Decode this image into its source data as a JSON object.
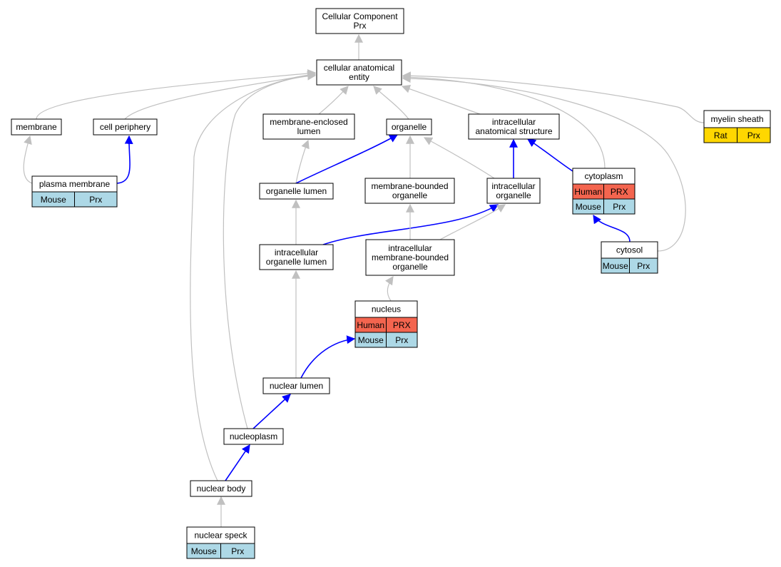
{
  "colors": {
    "edge_gray": "#c0c0c0",
    "edge_blue": "#0000ff",
    "human": "#f4654f",
    "mouse": "#add8e6",
    "rat": "#ffd700",
    "node_fill": "#ffffff",
    "node_border": "#000000"
  },
  "nodes": [
    {
      "id": "cc",
      "lines": [
        "Cellular Component",
        "Prx"
      ],
      "species": []
    },
    {
      "id": "cae",
      "lines": [
        "cellular anatomical",
        "entity"
      ],
      "species": []
    },
    {
      "id": "membrane",
      "lines": [
        "membrane"
      ],
      "species": []
    },
    {
      "id": "cellperiph",
      "lines": [
        "cell periphery"
      ],
      "species": []
    },
    {
      "id": "mel",
      "lines": [
        "membrane-enclosed",
        "lumen"
      ],
      "species": []
    },
    {
      "id": "organelle",
      "lines": [
        "organelle"
      ],
      "species": []
    },
    {
      "id": "ias",
      "lines": [
        "intracellular",
        "anatomical structure"
      ],
      "species": []
    },
    {
      "id": "myelin",
      "lines": [
        "myelin sheath"
      ],
      "species": [
        [
          "Rat",
          "Prx"
        ]
      ]
    },
    {
      "id": "pm",
      "lines": [
        "plasma membrane"
      ],
      "species": [
        [
          "Mouse",
          "Prx"
        ]
      ]
    },
    {
      "id": "ol",
      "lines": [
        "organelle lumen"
      ],
      "species": []
    },
    {
      "id": "mbo",
      "lines": [
        "membrane-bounded",
        "organelle"
      ],
      "species": []
    },
    {
      "id": "io",
      "lines": [
        "intracellular",
        "organelle"
      ],
      "species": []
    },
    {
      "id": "cytoplasm",
      "lines": [
        "cytoplasm"
      ],
      "species": [
        [
          "Human",
          "PRX"
        ],
        [
          "Mouse",
          "Prx"
        ]
      ]
    },
    {
      "id": "iol",
      "lines": [
        "intracellular",
        "organelle lumen"
      ],
      "species": []
    },
    {
      "id": "imbo",
      "lines": [
        "intracellular",
        "membrane-bounded",
        "organelle"
      ],
      "species": []
    },
    {
      "id": "cytosol",
      "lines": [
        "cytosol"
      ],
      "species": [
        [
          "Mouse",
          "Prx"
        ]
      ]
    },
    {
      "id": "nucleus",
      "lines": [
        "nucleus"
      ],
      "species": [
        [
          "Human",
          "PRX"
        ],
        [
          "Mouse",
          "Prx"
        ]
      ]
    },
    {
      "id": "nl",
      "lines": [
        "nuclear lumen"
      ],
      "species": []
    },
    {
      "id": "np",
      "lines": [
        "nucleoplasm"
      ],
      "species": []
    },
    {
      "id": "nb",
      "lines": [
        "nuclear body"
      ],
      "species": []
    },
    {
      "id": "ns",
      "lines": [
        "nuclear speck"
      ],
      "species": [
        [
          "Mouse",
          "Prx"
        ]
      ]
    }
  ],
  "edges": [
    {
      "from": "cae",
      "to": "cc",
      "kind": "is_a"
    },
    {
      "from": "membrane",
      "to": "cae",
      "kind": "is_a"
    },
    {
      "from": "cellperiph",
      "to": "cae",
      "kind": "is_a"
    },
    {
      "from": "mel",
      "to": "cae",
      "kind": "is_a"
    },
    {
      "from": "organelle",
      "to": "cae",
      "kind": "is_a"
    },
    {
      "from": "ias",
      "to": "cae",
      "kind": "is_a"
    },
    {
      "from": "myelin",
      "to": "cae",
      "kind": "is_a"
    },
    {
      "from": "cytoplasm",
      "to": "cae",
      "kind": "is_a"
    },
    {
      "from": "cytosol",
      "to": "cae",
      "kind": "is_a"
    },
    {
      "from": "np",
      "to": "cae",
      "kind": "is_a"
    },
    {
      "from": "nb",
      "to": "cae",
      "kind": "is_a"
    },
    {
      "from": "pm",
      "to": "membrane",
      "kind": "is_a"
    },
    {
      "from": "pm",
      "to": "cellperiph",
      "kind": "part_of"
    },
    {
      "from": "ol",
      "to": "mel",
      "kind": "is_a"
    },
    {
      "from": "ol",
      "to": "organelle",
      "kind": "part_of"
    },
    {
      "from": "mbo",
      "to": "organelle",
      "kind": "is_a"
    },
    {
      "from": "io",
      "to": "organelle",
      "kind": "is_a"
    },
    {
      "from": "io",
      "to": "ias",
      "kind": "part_of"
    },
    {
      "from": "cytoplasm",
      "to": "ias",
      "kind": "part_of"
    },
    {
      "from": "iol",
      "to": "ol",
      "kind": "is_a"
    },
    {
      "from": "iol",
      "to": "io",
      "kind": "part_of"
    },
    {
      "from": "imbo",
      "to": "mbo",
      "kind": "is_a"
    },
    {
      "from": "imbo",
      "to": "io",
      "kind": "is_a"
    },
    {
      "from": "cytosol",
      "to": "cytoplasm",
      "kind": "part_of"
    },
    {
      "from": "nucleus",
      "to": "imbo",
      "kind": "is_a"
    },
    {
      "from": "nl",
      "to": "iol",
      "kind": "is_a"
    },
    {
      "from": "nl",
      "to": "nucleus",
      "kind": "part_of"
    },
    {
      "from": "np",
      "to": "nl",
      "kind": "part_of"
    },
    {
      "from": "nb",
      "to": "np",
      "kind": "part_of"
    },
    {
      "from": "ns",
      "to": "nb",
      "kind": "is_a"
    }
  ]
}
